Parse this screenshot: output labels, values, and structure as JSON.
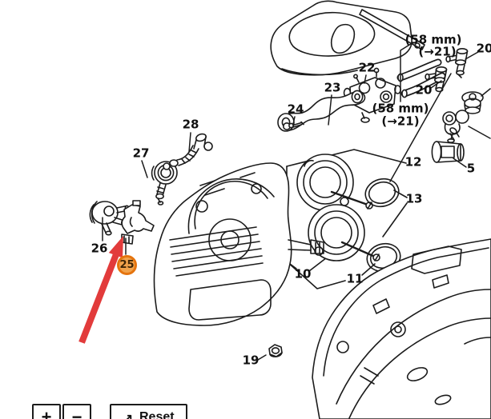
{
  "viewer": {
    "description": "Exploded parts diagram with highlighted part",
    "labels": {
      "p28": "28",
      "p27": "27",
      "p26": "26",
      "p25": "25",
      "p24": "24",
      "p23": "23",
      "p22": "22",
      "p20a": "20",
      "p20b": "20",
      "p19": "19",
      "p13": "13",
      "p12": "12",
      "p11": "11",
      "p10": "10",
      "p5": "5",
      "dim58_top": "(58 mm)",
      "ref21_top": "(→21)",
      "dim58_bottom": "(58 mm)",
      "ref21_bottom": "(→21)"
    },
    "highlight": {
      "number": "25",
      "ring_color": "#e5740e",
      "fill_color": "#f1a34c",
      "arrow_color": "#e23b3b"
    },
    "line_color": "#1b1b1b"
  },
  "controls": {
    "zoom_in_label": "+",
    "zoom_out_label": "−",
    "reset_label": "Reset",
    "reset_icon": "↗"
  }
}
